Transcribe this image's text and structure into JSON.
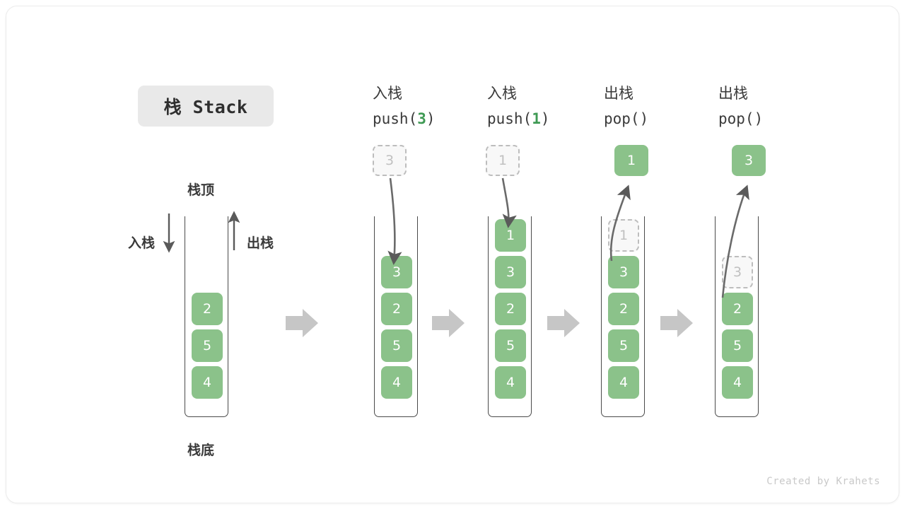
{
  "title": {
    "text": "栈 Stack"
  },
  "labels": {
    "top": "栈顶",
    "bottom": "栈底",
    "push_side": "入栈",
    "pop_side": "出栈"
  },
  "footer": {
    "text": "Created by Krahets"
  },
  "colors": {
    "cell_green": "#8bc28a",
    "accent_green": "#3f9a54",
    "ghost_border": "#bdbdbd",
    "ghost_fill": "#f8f8f8",
    "arrow_gray": "#5a5a5a",
    "block_arrow_gray": "#c6c6c6",
    "chip_bg": "#e9e9e9",
    "text_dark": "#3a3a3a"
  },
  "columns": [
    {
      "id": "initial",
      "head_line1": "",
      "head_op": "",
      "head_num": "",
      "head_suffix": "",
      "cells": [
        "2",
        "5",
        "4"
      ],
      "float_cell": null,
      "ghost_index": null
    },
    {
      "id": "push3",
      "head_line1": "入栈",
      "head_op": "push(",
      "head_num": "3",
      "head_suffix": ")",
      "cells": [
        "3",
        "2",
        "5",
        "4"
      ],
      "float_cell": {
        "value": "3",
        "style": "ghost"
      },
      "ghost_index": null
    },
    {
      "id": "push1",
      "head_line1": "入栈",
      "head_op": "push(",
      "head_num": "1",
      "head_suffix": ")",
      "cells": [
        "1",
        "3",
        "2",
        "5",
        "4"
      ],
      "float_cell": {
        "value": "1",
        "style": "ghost"
      },
      "ghost_index": null
    },
    {
      "id": "pop1",
      "head_line1": "出栈",
      "head_op": "pop(",
      "head_num": "",
      "head_suffix": ")",
      "cells": [
        "1",
        "3",
        "2",
        "5",
        "4"
      ],
      "float_cell": {
        "value": "1",
        "style": "solid"
      },
      "ghost_index": 0
    },
    {
      "id": "pop3",
      "head_line1": "出栈",
      "head_op": "pop(",
      "head_num": "",
      "head_suffix": ")",
      "cells": [
        "3",
        "2",
        "5",
        "4"
      ],
      "float_cell": {
        "value": "3",
        "style": "solid"
      },
      "ghost_index": 0
    }
  ]
}
